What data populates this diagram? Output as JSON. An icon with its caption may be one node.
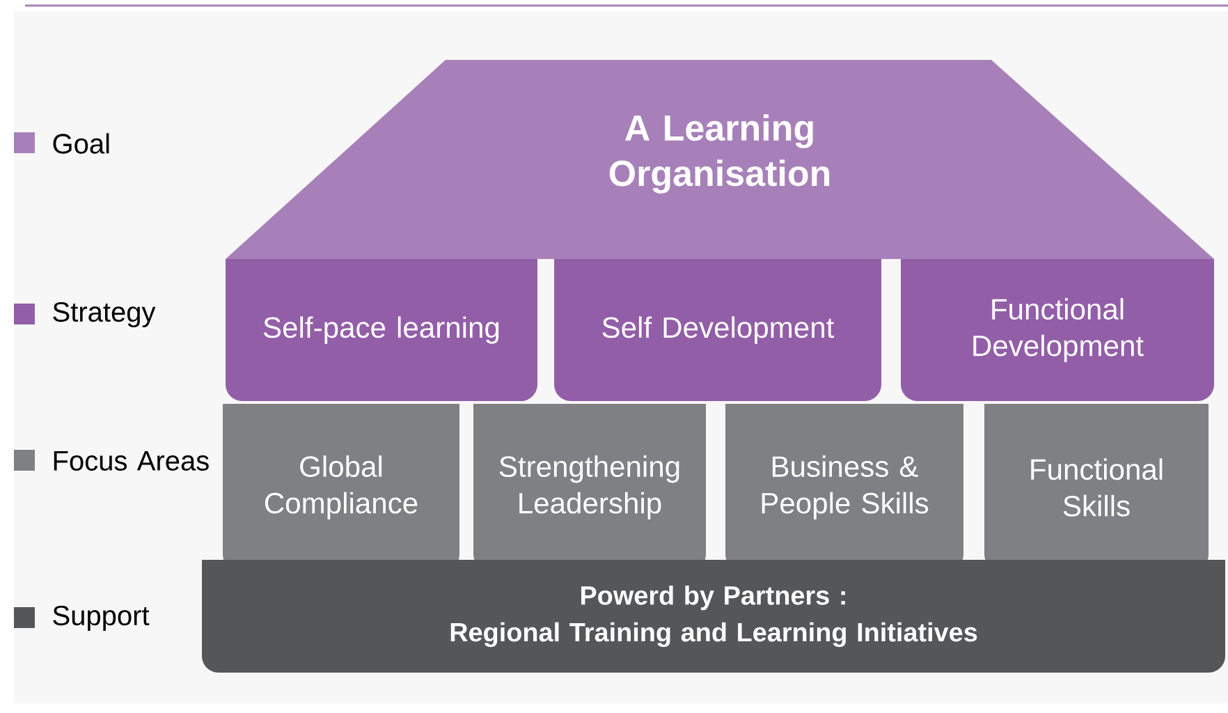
{
  "diagram": {
    "nodes": [
      {
        "text": [
          "A Learning Organisation"
        ]
      },
      {
        "text": [
          "Self-pace learning"
        ]
      },
      {
        "text": [
          "Self Development"
        ]
      },
      {
        "text": [
          "Functional Development"
        ]
      },
      {
        "text": [
          "Global Compliance"
        ]
      },
      {
        "text": [
          "Strengthening Leadership"
        ]
      },
      {
        "text": [
          "Business & People Skills"
        ]
      },
      {
        "text": [
          "Functional Skills"
        ]
      },
      {
        "text": [
          "Powerd by Partners :",
          "Regional Training and Learning Initiatives"
        ]
      }
    ],
    "legend": [
      {
        "text": "Goal",
        "color": "#a780b9"
      },
      {
        "text": "Strategy",
        "color": "#935ea8"
      },
      {
        "text": "Focus Areas",
        "color": "#7f8083"
      },
      {
        "text": "Support",
        "color": "#555658"
      }
    ]
  }
}
